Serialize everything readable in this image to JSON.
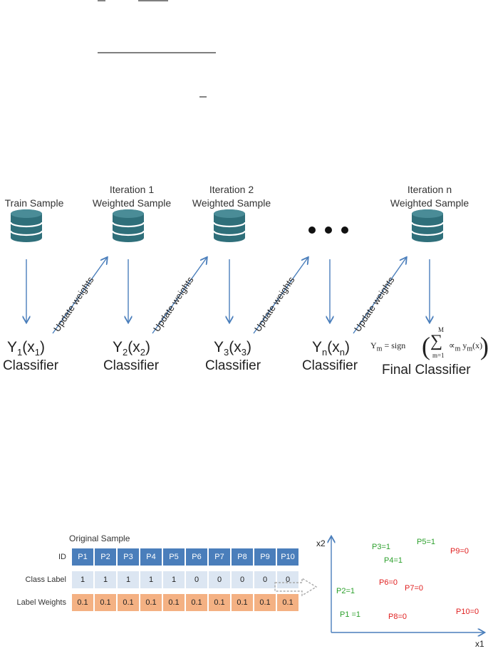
{
  "diagram": {
    "stages": [
      {
        "title": "Train Sample",
        "subtitle": "",
        "classifier_fn": "Y",
        "classifier_sub": "1",
        "x_sub": "1",
        "classifier_label": "Classifier"
      },
      {
        "title": "Iteration 1",
        "subtitle": "Weighted  Sample",
        "classifier_fn": "Y",
        "classifier_sub": "2",
        "x_sub": "2",
        "classifier_label": "Classifier"
      },
      {
        "title": "Iteration 2",
        "subtitle": "Weighted  Sample",
        "classifier_fn": "Y",
        "classifier_sub": "3",
        "x_sub": "3",
        "classifier_label": "Classifier"
      },
      {
        "title": "",
        "subtitle": "",
        "classifier_fn": "Y",
        "classifier_sub": "n",
        "x_sub": "n",
        "classifier_label": "Classifier"
      },
      {
        "title": "Iteration n",
        "subtitle": "Weighted Sample",
        "classifier_label": "Final Classifier"
      }
    ],
    "update_label": "Update weights",
    "final_formula": {
      "lhs": "Y",
      "lhs_sub": "m",
      "sign": "= sign",
      "sum_top": "M",
      "sum_bottom": "m=1",
      "term": "∝",
      "term_sub": "m",
      "term2": "y",
      "term2_sub": "m",
      "arg": "(x)"
    },
    "ellipsis": "● ● ●",
    "colors": {
      "db": "#2f6f7a",
      "arrow": "#4a7ebb"
    }
  },
  "sample_table": {
    "title": "Original Sample",
    "row_headers": [
      "ID",
      "Class Label",
      "Label Weights"
    ],
    "ids": [
      "P1",
      "P2",
      "P3",
      "P4",
      "P5",
      "P6",
      "P7",
      "P8",
      "P9",
      "P10"
    ],
    "labels": [
      "1",
      "1",
      "1",
      "1",
      "1",
      "0",
      "0",
      "0",
      "0",
      "0"
    ],
    "weights": [
      "0.1",
      "0.1",
      "0.1",
      "0.1",
      "0.1",
      "0.1",
      "0.1",
      "0.1",
      "0.1",
      "0.1"
    ],
    "colors": {
      "header": "#4a7ebb",
      "label_row": "#dce6f2",
      "weight_row": "#f4b183"
    }
  },
  "scatter": {
    "xlabel": "x1",
    "ylabel": "x2",
    "points": [
      {
        "text": "P3=1",
        "cls": "g"
      },
      {
        "text": "P5=1",
        "cls": "g"
      },
      {
        "text": "P4=1",
        "cls": "g"
      },
      {
        "text": "P9=0",
        "cls": "r"
      },
      {
        "text": "P2=1",
        "cls": "g"
      },
      {
        "text": "P6=0",
        "cls": "r"
      },
      {
        "text": "P7=0",
        "cls": "r"
      },
      {
        "text": "P1 =1",
        "cls": "g"
      },
      {
        "text": "P8=0",
        "cls": "r"
      },
      {
        "text": "P10=0",
        "cls": "r"
      }
    ]
  }
}
